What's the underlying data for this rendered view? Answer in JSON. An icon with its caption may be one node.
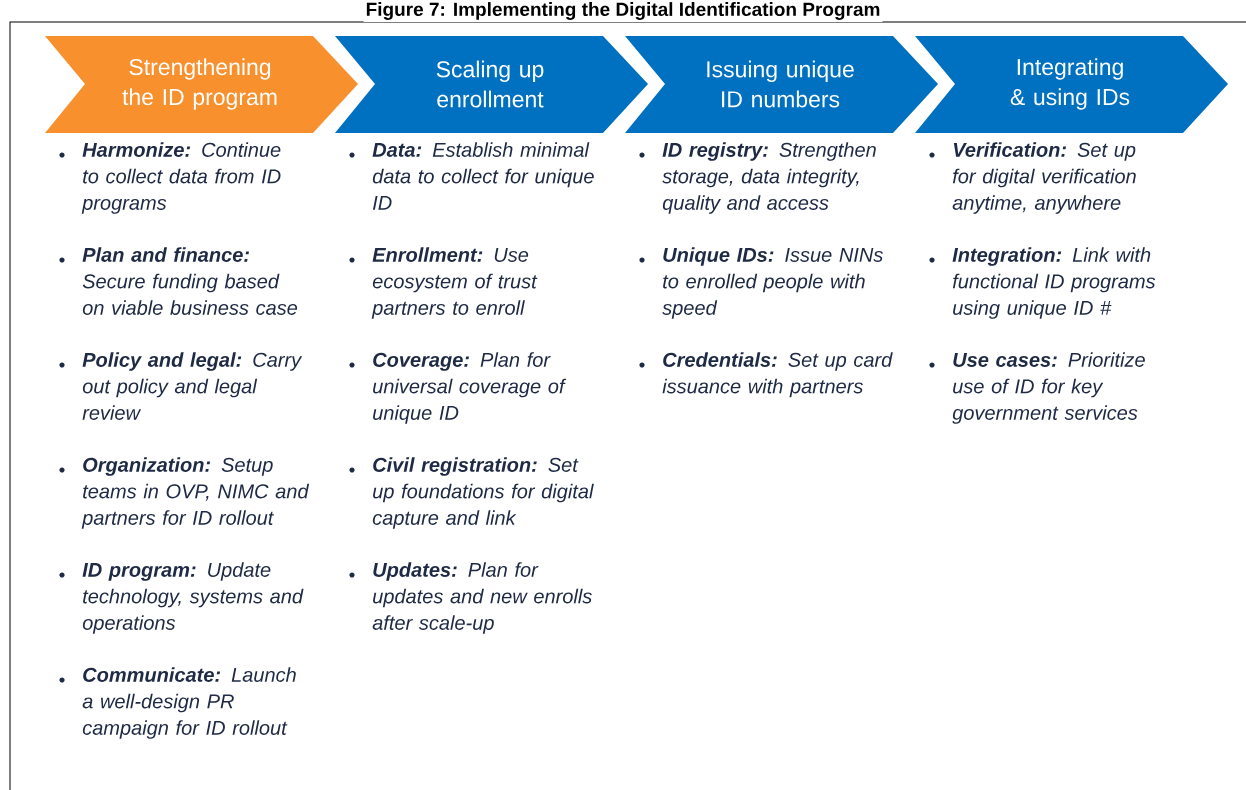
{
  "diagram": {
    "title": "Figure 7: Implementing the Digital Identification Program",
    "nodes": [
      {
        "text": [
          "Strengthening the ID program"
        ],
        "beside": [
          "**Harmonize:** Continue to collect data from ID programs",
          "**Plan and finance:** Secure funding based on viable business case",
          "**Policy and legal:** Carry out policy and legal review",
          "**Organization:** Setup teams in OVP, NIMC and partners for ID rollout",
          "**ID program:** Update technology, systems and operations",
          "**Communicate:** Launch a well-design PR campaign for ID rollout"
        ]
      },
      {
        "text": [
          "Scaling up enrollment"
        ],
        "beside": [
          "**Data:** Establish minimal data to collect for unique ID",
          "**Enrollment:** Use ecosystem of trust partners to enroll",
          "**Coverage:** Plan for universal coverage of unique ID",
          "**Civil registration:** Set up foundations for digital capture and link",
          "**Updates:** Plan for updates and new enrolls after scale-up"
        ]
      },
      {
        "text": [
          "Issuing unique ID numbers"
        ],
        "beside": [
          "**ID registry:** Strengthen storage, data integrity, quality and access",
          "**Unique IDs:** Issue NINs to enrolled people with speed",
          "**Credentials:** Set up card issuance with partners"
        ]
      },
      {
        "text": [
          "Integrating & using IDs"
        ],
        "beside": [
          "**Verification:** Set up for digital verification anytime, anywhere",
          "**Integration:** Link with functional ID programs using unique ID #",
          "**Use cases:** Prioritize use of ID for key government services"
        ]
      }
    ]
  }
}
